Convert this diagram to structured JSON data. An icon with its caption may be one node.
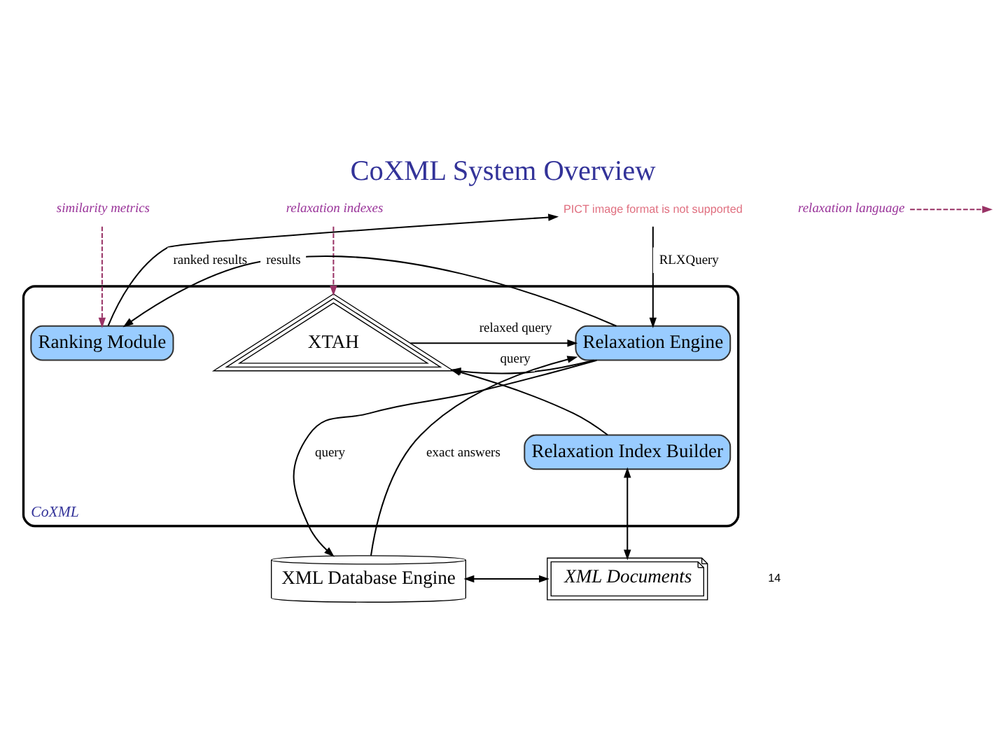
{
  "diagram": {
    "title": "CoXML System Overview",
    "nodes": [
      {
        "text": [
          "PICT image format is not supported"
        ]
      },
      {
        "text": [
          "relaxation language"
        ]
      },
      {
        "text": [
          "similarity metrics"
        ]
      },
      {
        "text": [
          "relaxation indexes"
        ]
      },
      {
        "text": [
          "CoXML"
        ]
      },
      {
        "text": [
          "Ranking Module"
        ],
        "in": 4
      },
      {
        "text": [
          "Relaxation Engine"
        ],
        "in": 4
      },
      {
        "text": [
          "XTAH"
        ],
        "in": 4
      },
      {
        "text": [
          "Relaxation Index Builder"
        ],
        "in": 4
      },
      {
        "text": [
          "XML Database Engine"
        ]
      },
      {
        "text": [
          "XML Documents"
        ]
      }
    ],
    "edges": [
      {
        "from": 5,
        "to": 0,
        "label": "ranked results",
        "arrow": "to"
      },
      {
        "from": 0,
        "to": 6,
        "label": "RLXQuery",
        "arrow": "to"
      },
      {
        "from": 6,
        "to": 5,
        "label": "results",
        "arrow": "to"
      },
      {
        "from": 6,
        "to": 7,
        "label": "query",
        "arrow": "to"
      },
      {
        "from": 7,
        "to": 6,
        "label": "relaxed query",
        "arrow": "to"
      },
      {
        "from": 6,
        "to": 9,
        "label": "query",
        "arrow": "to"
      },
      {
        "from": 9,
        "to": 6,
        "label": "exact answers",
        "arrow": "to"
      },
      {
        "from": 8,
        "to": 7,
        "arrow": "to"
      },
      {
        "from": 8,
        "to": 10,
        "arrow": "both"
      },
      {
        "from": 9,
        "to": 10,
        "arrow": "both"
      },
      {
        "from": 2,
        "to": 5,
        "arrow": "to",
        "style": "dashed",
        "color": "#993366"
      },
      {
        "from": 1,
        "to": null,
        "arrow": "to",
        "style": "dashed",
        "color": "#993366"
      },
      {
        "from": 3,
        "to": 7,
        "arrow": "to",
        "style": "dashed",
        "color": "#993366"
      }
    ],
    "labels": [
      "14"
    ]
  }
}
